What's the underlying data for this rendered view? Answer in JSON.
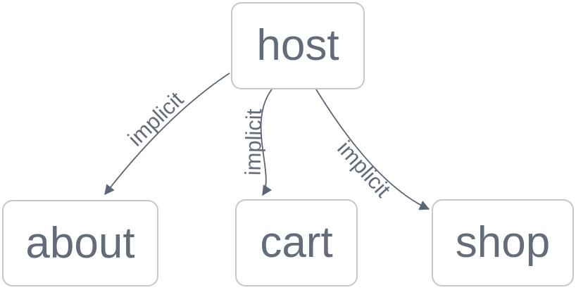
{
  "colors": {
    "node_text": "#646c7a",
    "node_border": "#c7c7c9",
    "edge": "#5b6676",
    "background": "#ffffff"
  },
  "diagram": {
    "type": "directed-graph",
    "nodes": [
      {
        "id": "host",
        "label": "host"
      },
      {
        "id": "about",
        "label": "about"
      },
      {
        "id": "cart",
        "label": "cart"
      },
      {
        "id": "shop",
        "label": "shop"
      }
    ],
    "edges": [
      {
        "from": "host",
        "to": "about",
        "label": "implicit"
      },
      {
        "from": "host",
        "to": "cart",
        "label": "implicit"
      },
      {
        "from": "host",
        "to": "shop",
        "label": "implicit"
      }
    ]
  }
}
